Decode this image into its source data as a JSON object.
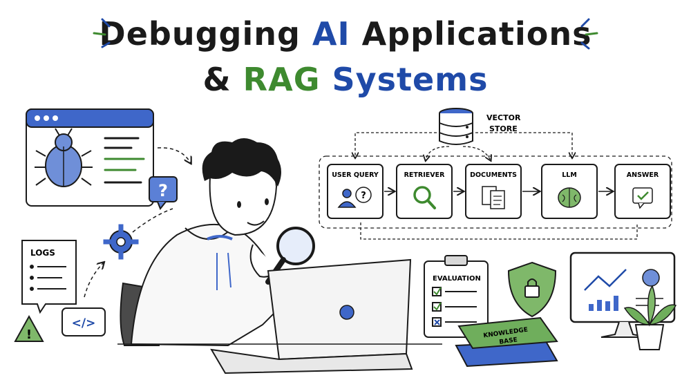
{
  "title": {
    "line1_plain": "Debugging ",
    "line1_accent": "AI",
    "line1_rest": " Applications",
    "line2_plain": "& ",
    "line2_accent": "RAG",
    "line2_rest": " Systems"
  },
  "pipeline": {
    "vector_store_line1": "VECTOR",
    "vector_store_line2": "STORE",
    "steps": [
      {
        "label": "USER QUERY",
        "icon": "user-question-icon"
      },
      {
        "label": "RETRIEVER",
        "icon": "magnifier-icon"
      },
      {
        "label": "DOCUMENTS",
        "icon": "documents-icon"
      },
      {
        "label": "LLM",
        "icon": "brain-icon"
      },
      {
        "label": "ANSWER",
        "icon": "check-bubble-icon"
      }
    ]
  },
  "side": {
    "logs_label": "LOGS",
    "question_mark": "?",
    "code_symbol": "</>",
    "warning_symbol": "!"
  },
  "clipboard": {
    "label": "EVALUATION"
  },
  "books": {
    "line1": "KNOWLEDGE",
    "line2": "BASE"
  },
  "colors": {
    "accent_blue": "#1f4aa8",
    "accent_green": "#3e8a2f",
    "light_blue": "#6f8fd8",
    "ink": "#1a1a1a"
  }
}
